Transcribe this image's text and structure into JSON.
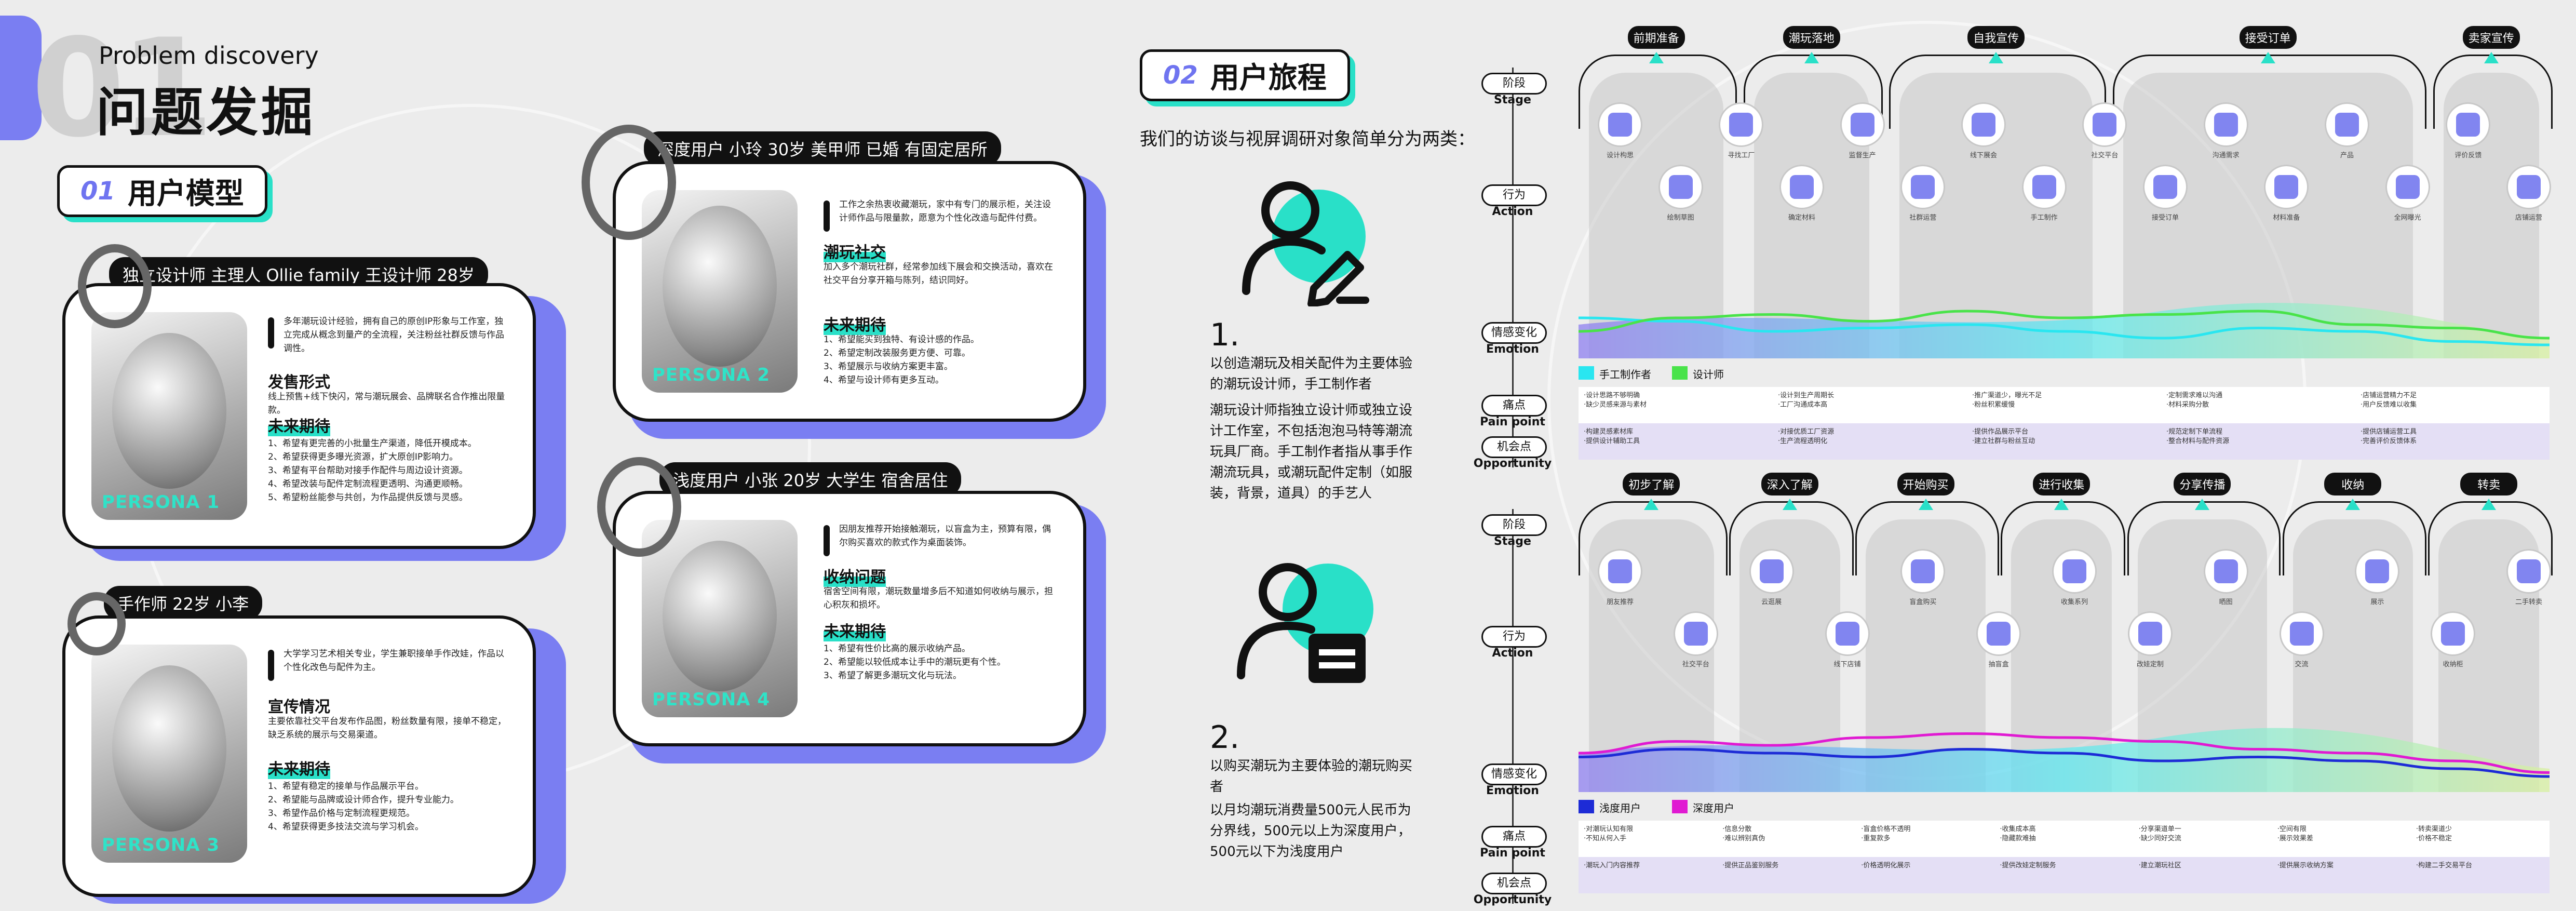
{
  "left": {
    "section_number": "01",
    "section_title_en": "Problem discovery",
    "section_title_cn": "问题发掘",
    "model_header_num": "01",
    "model_header_text": "用户模型",
    "personas": [
      {
        "label": "独立设计师 主理人 Ollie family 王设计师 28岁",
        "photo_name": "PERSONA 1",
        "intro": "多年潮玩设计经验，拥有自己的原创IP形象与工作室，独立完成从概念到量产的全流程，关注粉丝社群反馈与作品调性。",
        "h1": "发售形式",
        "p1": "线上预售+线下快闪，常与潮玩展会、品牌联名合作推出限量款。",
        "h2": "未来期待",
        "p2": "1、希望有更完善的小批量生产渠道，降低开模成本。\n2、希望获得更多曝光资源，扩大原创IP影响力。\n3、希望有平台帮助对接手作配件与周边设计资源。\n4、希望改装与配件定制流程更透明、沟通更顺畅。\n5、希望粉丝能参与共创，为作品提供反馈与灵感。"
      },
      {
        "label": "手作师 22岁 小李",
        "photo_name": "PERSONA 3",
        "intro": "大学学习艺术相关专业，学生兼职接单手作改娃，作品以个性化改色与配件为主。",
        "h1": "宣传情况",
        "p1": "主要依靠社交平台发布作品图，粉丝数量有限，接单不稳定，缺乏系统的展示与交易渠道。",
        "h2": "未来期待",
        "p2": "1、希望有稳定的接单与作品展示平台。\n2、希望能与品牌或设计师合作，提升专业能力。\n3、希望作品价格与定制流程更规范。\n4、希望获得更多技法交流与学习机会。"
      },
      {
        "label": "深度用户 小玲 30岁 美甲师 已婚 有固定居所",
        "photo_name": "PERSONA 2",
        "intro": "工作之余热衷收藏潮玩，家中有专门的展示柜，关注设计师作品与限量款，愿意为个性化改造与配件付费。",
        "h1": "潮玩社交",
        "p1": "加入多个潮玩社群，经常参加线下展会和交换活动，喜欢在社交平台分享开箱与陈列，结识同好。",
        "h2": "未来期待",
        "p2": "1、希望能买到独特、有设计感的作品。\n2、希望定制改装服务更方便、可靠。\n3、希望展示与收纳方案更丰富。\n4、希望与设计师有更多互动。"
      },
      {
        "label": "浅度用户 小张 20岁 大学生 宿舍居住",
        "photo_name": "PERSONA 4",
        "intro": "因朋友推荐开始接触潮玩，以盲盒为主，预算有限，偶尔购买喜欢的款式作为桌面装饰。",
        "h1": "收纳问题",
        "p1": "宿舍空间有限，潮玩数量增多后不知道如何收纳与展示，担心积灰和损坏。",
        "h2": "未来期待",
        "p2": "1、希望有性价比高的展示收纳产品。\n2、希望能以较低成本让手中的潮玩更有个性。\n3、希望了解更多潮玩文化与玩法。"
      }
    ]
  },
  "middle": {
    "header_num": "02",
    "header_text": "用户旅程",
    "intro": "我们的访谈与视屏调研对象简单分为两类：",
    "item1_num": "1.",
    "item1_p1": "以创造潮玩及相关配件为主要体验的潮玩设计师，手工制作者",
    "item1_p2": "潮玩设计师指独立设计师或独立设计工作室，不包括泡泡马特等潮流玩具厂商。手工制作者指从事手作潮流玩具，或潮玩配件定制（如服装，背景，道具）的手艺人",
    "item2_num": "2.",
    "item2_p1": "以购买潮玩为主要体验的潮玩购买者",
    "item2_p2": "以月均潮玩消费量500元人民币为分界线，500元以上为深度用户，500元以下为浅度用户"
  },
  "journey": {
    "row_labels": {
      "stage_cn": "阶段",
      "stage_en": "Stage",
      "action_cn": "行为",
      "action_en": "Action",
      "emotion_cn": "情感变化",
      "emotion_en": "Emotion",
      "pain_cn": "痛点",
      "pain_en": "Pain point",
      "opp_cn": "机会点",
      "opp_en": "Opportunity"
    },
    "top": {
      "stages": [
        "前期准备",
        "潮玩落地",
        "自我宣传",
        "接受订单",
        "卖家宣传"
      ],
      "actions": [
        "设计构思",
        "绘制草图",
        "寻找工厂",
        "确定材料",
        "监督生产",
        "社群运营",
        "线下展会",
        "手工制作",
        "社交平台",
        "接受订单",
        "沟通需求",
        "材料准备",
        "产品",
        "全网曝光",
        "评价反馈",
        "店铺运营"
      ],
      "legend": [
        {
          "name": "手工制作者",
          "color": "#29e6f0"
        },
        {
          "name": "设计师",
          "color": "#49e34a"
        }
      ],
      "pain": [
        "·设计思路不够明确\n·缺少灵感来源与素材",
        "·设计到生产周期长\n·工厂沟通成本高",
        "·推广渠道少，曝光不足\n·粉丝积累缓慢",
        "·定制需求难以沟通\n·材料采购分散",
        "·店铺运营精力不足\n·用户反馈难以收集"
      ],
      "opp": [
        "·构建灵感素材库\n·提供设计辅助工具",
        "·对接优质工厂资源\n·生产流程透明化",
        "·提供作品展示平台\n·建立社群与粉丝互动",
        "·规范定制下单流程\n·整合材料与配件资源",
        "·提供店铺运营工具\n·完善评价反馈体系"
      ]
    },
    "bottom": {
      "stages": [
        "初步了解",
        "深入了解",
        "开始购买",
        "进行收集",
        "分享传播",
        "收纳",
        "转卖"
      ],
      "actions": [
        "朋友推荐",
        "社交平台",
        "云逛展",
        "线下店铺",
        "盲盒购买",
        "抽盲盒",
        "收集系列",
        "改娃定制",
        "晒图",
        "交流",
        "展示",
        "收纳柜",
        "二手转卖"
      ],
      "legend": [
        {
          "name": "浅度用户",
          "color": "#1d2bd6"
        },
        {
          "name": "深度用户",
          "color": "#e01ad2"
        }
      ],
      "pain": [
        "·对潮玩认知有限\n·不知从何入手",
        "·信息分散\n·难以辨别真伪",
        "·盲盒价格不透明\n·重复款多",
        "·收集成本高\n·隐藏款难抽",
        "·分享渠道单一\n·缺少同好交流",
        "·空间有限\n·展示效果差",
        "·转卖渠道少\n·价格不稳定"
      ],
      "opp": [
        "·潮玩入门内容推荐",
        "·提供正品鉴别服务",
        "·价格透明化展示",
        "·提供改娃定制服务",
        "·建立潮玩社区",
        "·提供展示收纳方案",
        "·构建二手交易平台"
      ]
    }
  }
}
